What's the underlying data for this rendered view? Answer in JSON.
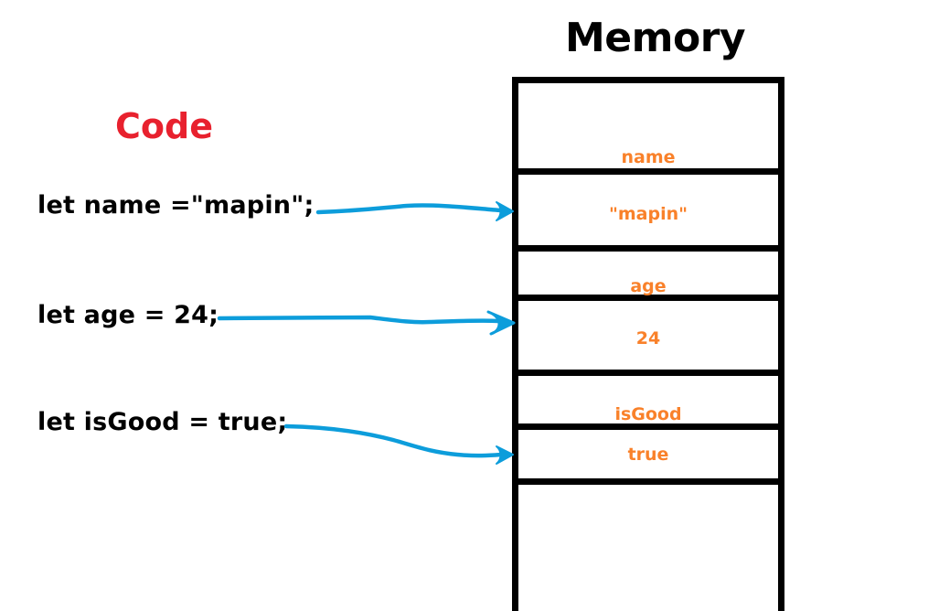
{
  "diagram": {
    "memory_title": "Memory",
    "code_title": "Code",
    "colors": {
      "code_title": "#E8212E",
      "memory_value": "#F9812A",
      "arrow": "#0D9DDB",
      "border": "#000000",
      "background": "#FFFFFF"
    }
  },
  "code": {
    "lines": [
      {
        "text": "let name =\"mapin\";"
      },
      {
        "text": "let age = 24;"
      },
      {
        "text": "let isGood = true;"
      }
    ]
  },
  "memory": {
    "cells": [
      {
        "label": "name"
      },
      {
        "label": "\"mapin\""
      },
      {
        "label": "age"
      },
      {
        "label": "24"
      },
      {
        "label": "isGood"
      },
      {
        "label": "true"
      },
      {
        "label": ""
      }
    ]
  },
  "arrows": [
    {
      "from_code_line": 0,
      "to_memory_cell": 1
    },
    {
      "from_code_line": 1,
      "to_memory_cell": 3
    },
    {
      "from_code_line": 2,
      "to_memory_cell": 5
    }
  ]
}
